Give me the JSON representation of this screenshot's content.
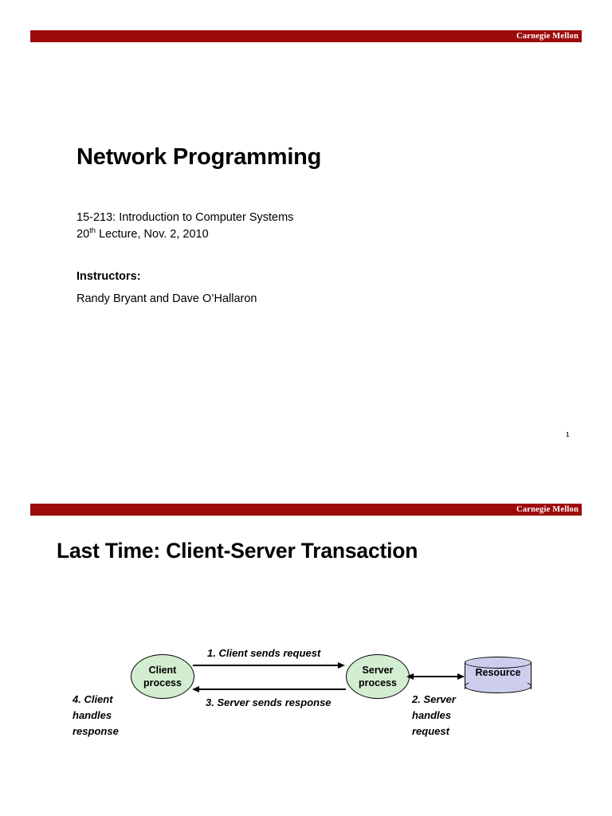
{
  "document": {
    "type": "lecture-slides-pdf",
    "page_count_visible": 2
  },
  "branding": {
    "banner_label": "Carnegie Mellon",
    "banner_color": "#9E0B0B",
    "banner_text_color": "#FFFFFF"
  },
  "slide1": {
    "title": "Network Programming",
    "course_line": "15-213: Introduction to Computer Systems",
    "lecture_number": "20",
    "lecture_ordinal_suffix": "th",
    "lecture_line_rest": " Lecture, Nov. 2, 2010",
    "instructors_label": "Instructors:",
    "instructors_names": "Randy Bryant and Dave O’Hallaron",
    "page_number": "1"
  },
  "slide2": {
    "title": "Last Time: Client-Server Transaction",
    "diagram": {
      "nodes": [
        {
          "id": "client",
          "line1": "Client",
          "line2": "process",
          "shape": "ellipse",
          "fill": "#D3EDD0"
        },
        {
          "id": "server",
          "line1": "Server",
          "line2": "process",
          "shape": "ellipse",
          "fill": "#D3EDD0"
        },
        {
          "id": "resource",
          "label": "Resource",
          "shape": "cylinder",
          "fill": "#CDCDEE"
        }
      ],
      "labels": {
        "step1": "1. Client sends request",
        "step3": "3. Server sends response",
        "step2_line1": "2. Server",
        "step2_line2": "handles",
        "step2_line3": "request",
        "step4_line1": "4. Client",
        "step4_line2": "handles",
        "step4_line3": "response"
      }
    }
  }
}
